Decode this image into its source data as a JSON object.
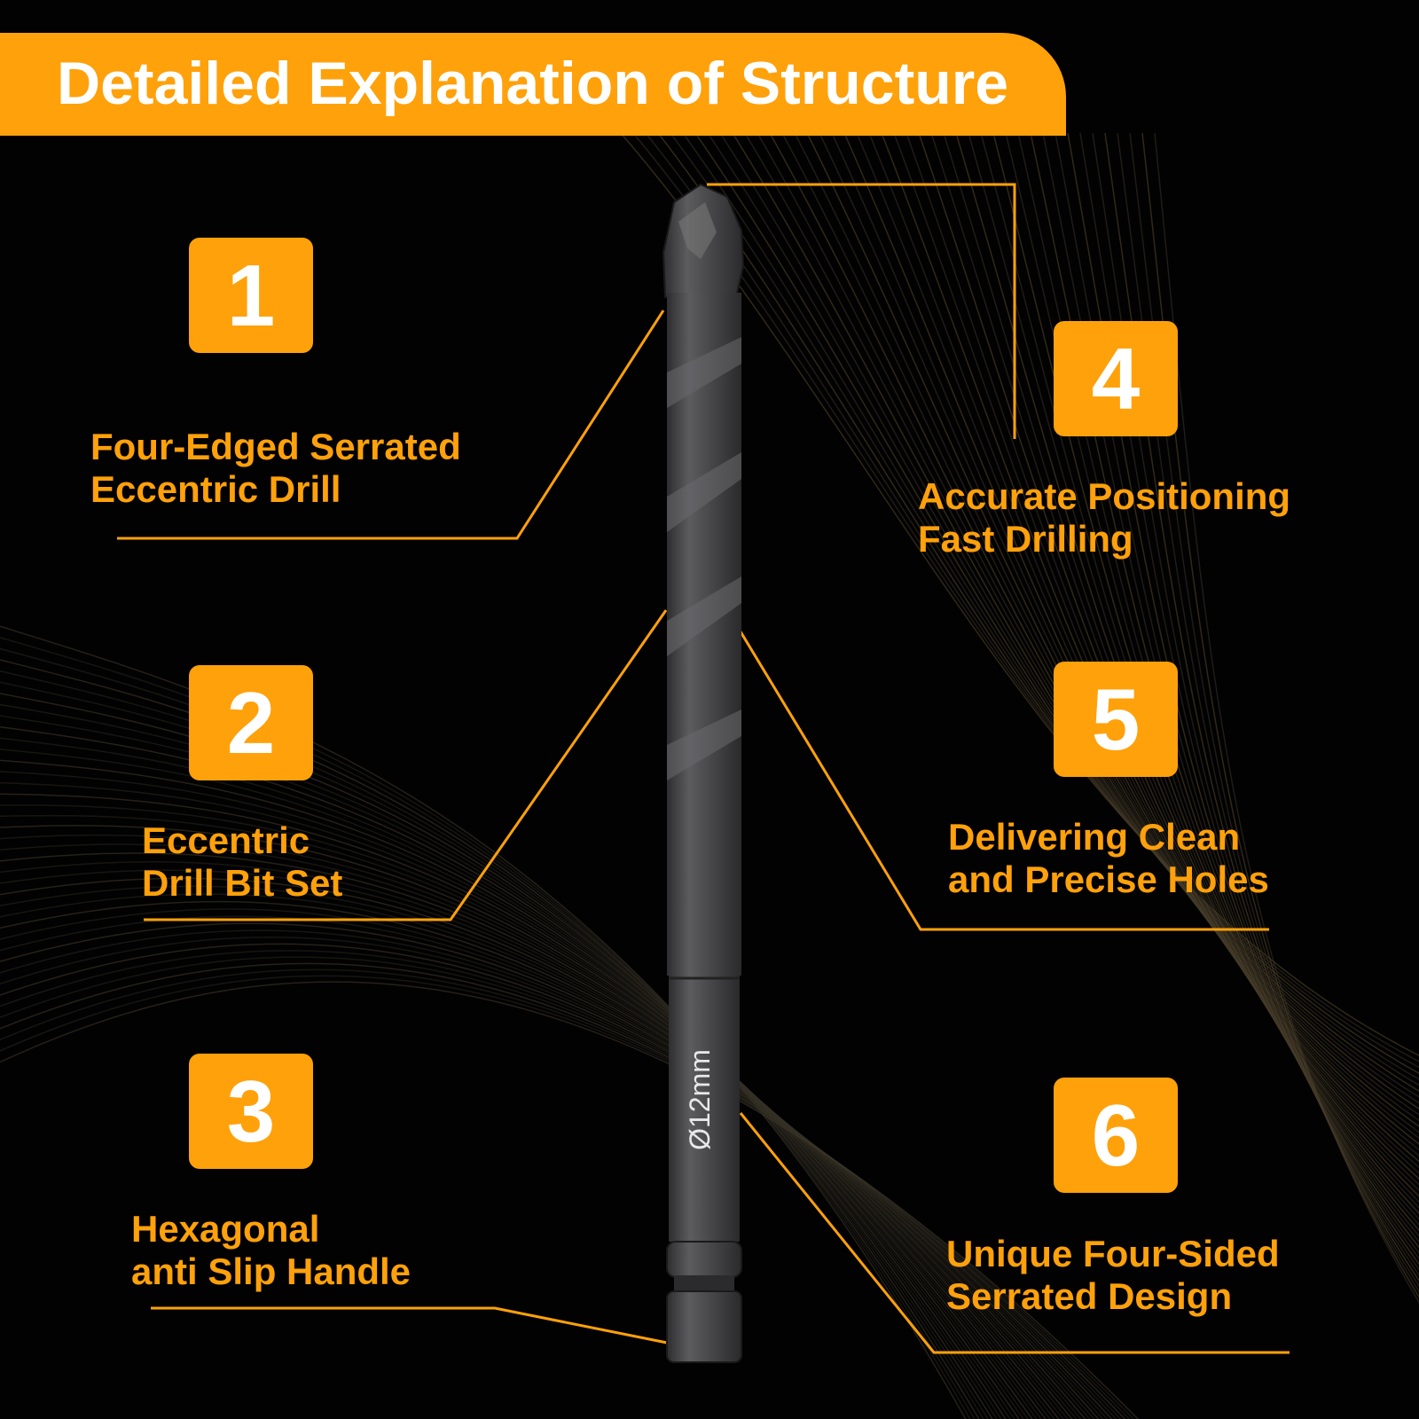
{
  "header": {
    "title": "Detailed Explanation of Structure"
  },
  "product": {
    "size_marking": "Ø12mm"
  },
  "colors": {
    "accent": "#FFA10A",
    "background": "#000000",
    "text_on_accent": "#FFFFFF",
    "drill_body": "#4A4A4C"
  },
  "features": [
    {
      "number": "1",
      "lines": [
        "Four-Edged Serrated",
        "Eccentric Drill"
      ]
    },
    {
      "number": "2",
      "lines": [
        "Eccentric",
        "Drill Bit Set"
      ]
    },
    {
      "number": "3",
      "lines": [
        "Hexagonal",
        "anti Slip Handle"
      ]
    },
    {
      "number": "4",
      "lines": [
        "Accurate Positioning",
        "Fast Drilling"
      ]
    },
    {
      "number": "5",
      "lines": [
        "Delivering Clean",
        "and Precise Holes"
      ]
    },
    {
      "number": "6",
      "lines": [
        "Unique Four-Sided",
        "Serrated Design"
      ]
    }
  ]
}
